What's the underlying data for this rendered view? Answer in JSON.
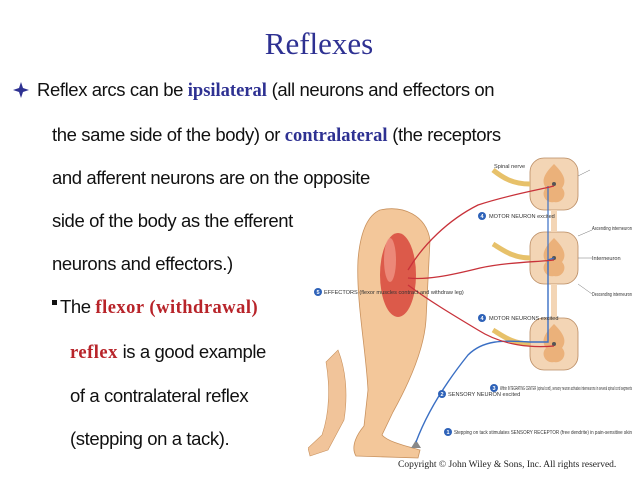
{
  "slide": {
    "title": "Reflexes",
    "line1_pre": "Reflex arcs can be ",
    "term_ipsilateral": "ipsilateral",
    "line1_post": " (all neurons and effectors on",
    "line2_pre": "the same side of the body) or ",
    "term_contralateral": "contralateral",
    "line2_post": " (the receptors",
    "line3": "and afferent neurons are on the opposite",
    "line4": "side of the body as the efferent",
    "line5": "neurons and effectors.)",
    "sub_pre": "The ",
    "term_flexor": "flexor (withdrawal)",
    "term_reflex": "reflex",
    "sub_line1_post": " is a good example",
    "sub_line2": "of a contralateral reflex",
    "sub_line3": "(stepping on a tack).",
    "copyright": "Copyright © John Wiley & Sons, Inc. All rights reserved."
  },
  "figure": {
    "labels": {
      "spinal_nerve": "Spinal nerve",
      "motor_excited": "MOTOR NEURON excited",
      "ascending": "Ascending interneuron",
      "interneuron": "Interneuron",
      "descending": "Descending interneuron",
      "effectors": "EFFECTORS (flexor muscles contract and withdraw leg)",
      "motor_neurons": "MOTOR NEURONS excited",
      "integrating": "Within INTEGRATING CENTER (spinal cord), sensory neuron activates interneurons in several spinal cord segments",
      "sensory": "SENSORY NEURON excited",
      "receptor": "Stepping on tack stimulates SENSORY RECEPTOR (free dendrite) in pain-sensitive skin"
    },
    "step_numbers": [
      "1",
      "2",
      "3",
      "4",
      "5"
    ]
  }
}
